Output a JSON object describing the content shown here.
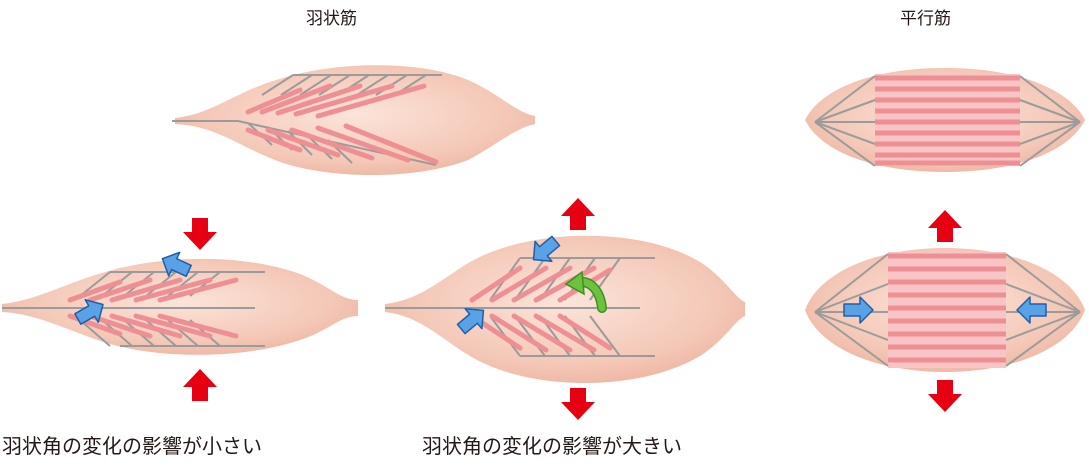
{
  "titles": {
    "pennate": "羽状筋",
    "parallel": "平行筋"
  },
  "captions": {
    "small_effect": "羽状角の変化の影響が小さい",
    "large_effect": "羽状角の変化の影響が大きい"
  },
  "colors": {
    "muscle_fill": "#f3c7b6",
    "fiber": "#ee8f94",
    "fiber_light": "#f8c5c6",
    "tendon": "#9b9b9b",
    "arrow_red": "#e60012",
    "arrow_blue": "#4f9ae0",
    "arrow_green": "#5cb531"
  },
  "icons": {
    "force_arrow": "red-arrow-icon",
    "tendon_arrow": "blue-arrow-icon",
    "rotation_arrow": "green-curved-arrow-icon"
  }
}
